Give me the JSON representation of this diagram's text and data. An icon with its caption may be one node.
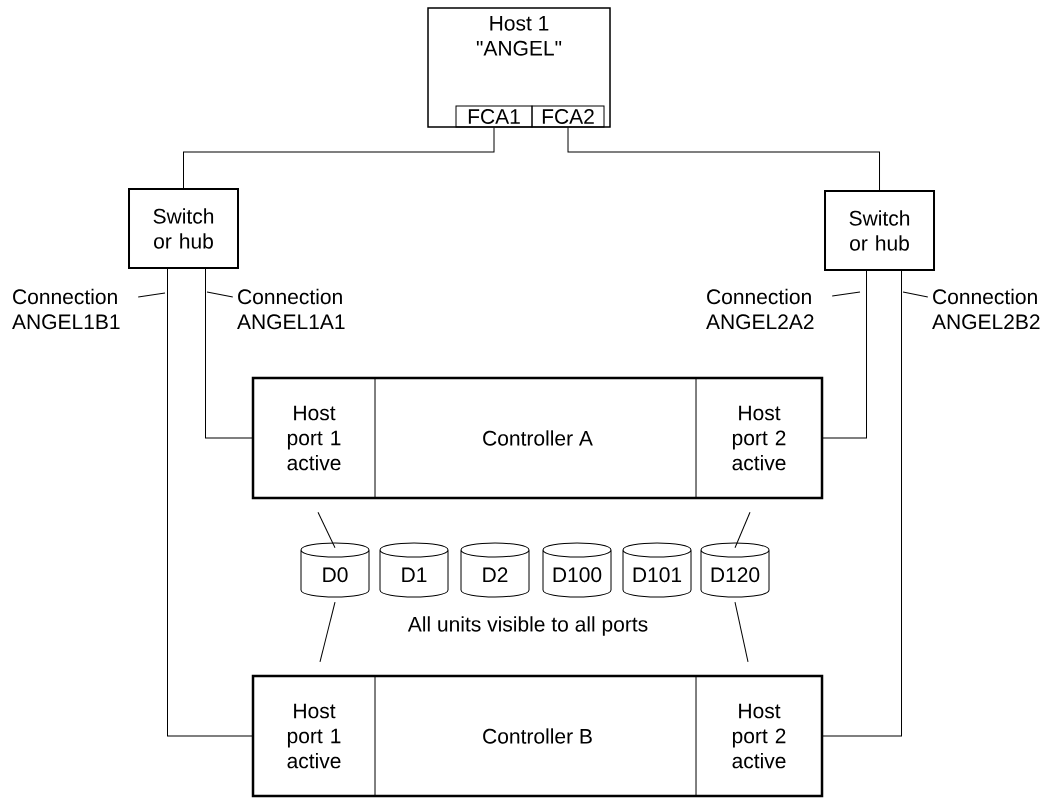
{
  "diagram": {
    "nodes": [
      {
        "text": [
          "Host 1 \"ANGEL\""
        ]
      },
      {
        "text": [
          "FCA1"
        ],
        "in": 0
      },
      {
        "text": [
          "FCA2"
        ],
        "in": 0
      },
      {
        "text": [
          "Switch or hub"
        ]
      },
      {
        "text": [
          "Switch or hub"
        ]
      },
      {
        "text": [
          "Connection ANGEL1B1"
        ]
      },
      {
        "text": [
          "Connection ANGEL1A1"
        ]
      },
      {
        "text": [
          "Connection ANGEL2A2"
        ]
      },
      {
        "text": [
          "Connection ANGEL2B2"
        ]
      },
      {
        "text": [
          "Controller A"
        ]
      },
      {
        "text": [
          "Host port 1 active"
        ],
        "in": 9
      },
      {
        "text": [
          "Host port 2 active"
        ],
        "in": 9
      },
      {
        "text": [
          "Controller B"
        ]
      },
      {
        "text": [
          "Host port 1 active"
        ],
        "in": 12
      },
      {
        "text": [
          "Host port 2 active"
        ],
        "in": 12
      },
      {
        "text": [
          "D0"
        ]
      },
      {
        "text": [
          "D1"
        ]
      },
      {
        "text": [
          "D2"
        ]
      },
      {
        "text": [
          "D100"
        ]
      },
      {
        "text": [
          "D101"
        ]
      },
      {
        "text": [
          "D120"
        ]
      }
    ],
    "edges": [
      {
        "from": 1,
        "to": 3,
        "arrow": "none"
      },
      {
        "from": 2,
        "to": 4,
        "arrow": "none"
      },
      {
        "from": 3,
        "to": 10,
        "arrow": "none"
      },
      {
        "from": 3,
        "to": 13,
        "arrow": "none"
      },
      {
        "from": 4,
        "to": 11,
        "arrow": "none"
      },
      {
        "from": 4,
        "to": 14,
        "arrow": "none"
      },
      {
        "from": 10,
        "to": 15,
        "arrow": "none"
      },
      {
        "from": 13,
        "to": 15,
        "arrow": "none"
      },
      {
        "from": 11,
        "to": 20,
        "arrow": "none"
      },
      {
        "from": 14,
        "to": 20,
        "arrow": "none"
      },
      {
        "from": 5,
        "to": null,
        "arrow": "none"
      },
      {
        "from": 6,
        "to": null,
        "arrow": "none"
      },
      {
        "from": 7,
        "to": null,
        "arrow": "none"
      },
      {
        "from": 8,
        "to": null,
        "arrow": "none"
      }
    ],
    "labels": [
      "All units visible to all ports"
    ]
  }
}
